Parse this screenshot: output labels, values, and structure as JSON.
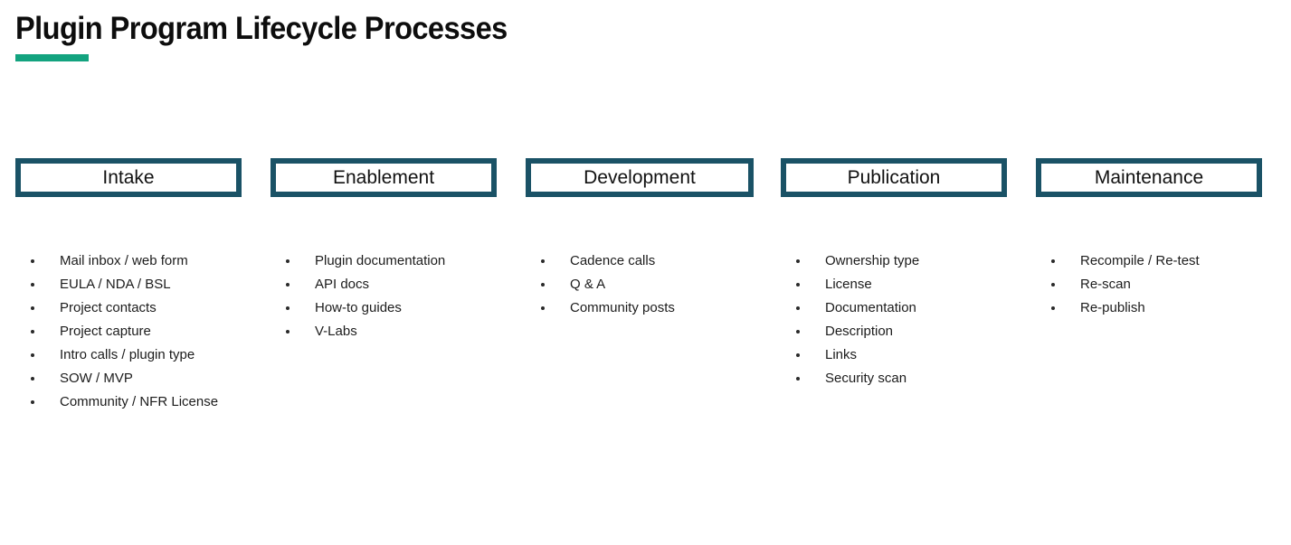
{
  "slide": {
    "title": "Plugin Program Lifecycle Processes",
    "accent_color": "#13A37F",
    "header_border_color": "#1A5266",
    "background_color": "#FFFFFF",
    "text_color": "#1C1C1C"
  },
  "columns": [
    {
      "header": "Intake",
      "items": [
        "Mail inbox / web form",
        "EULA / NDA / BSL",
        "Project contacts",
        "Project capture",
        "Intro calls / plugin type",
        "SOW / MVP",
        "Community / NFR License"
      ]
    },
    {
      "header": "Enablement",
      "items": [
        "Plugin documentation",
        "API docs",
        "How-to guides",
        "V-Labs"
      ]
    },
    {
      "header": "Development",
      "items": [
        "Cadence calls",
        "Q & A",
        "Community posts"
      ]
    },
    {
      "header": "Publication",
      "items": [
        "Ownership type",
        "License",
        "Documentation",
        "Description",
        "Links",
        "Security scan"
      ]
    },
    {
      "header": "Maintenance",
      "items": [
        "Recompile / Re-test",
        "Re-scan",
        "Re-publish"
      ]
    }
  ]
}
